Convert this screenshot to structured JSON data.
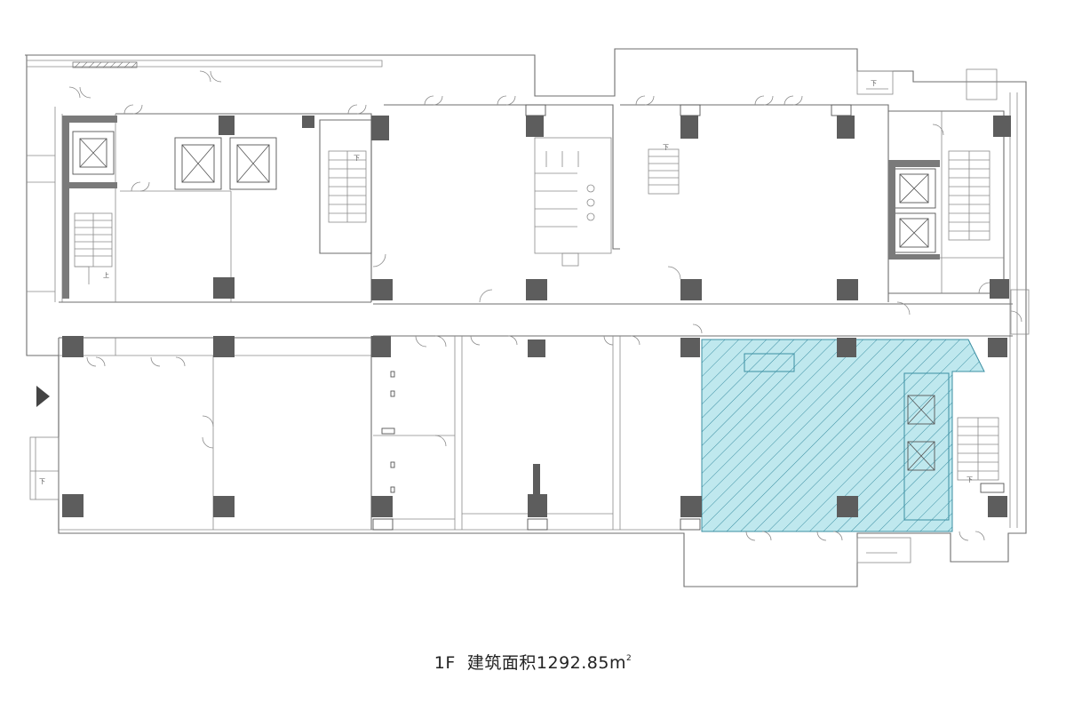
{
  "caption": {
    "floor": "1F",
    "label": "建筑面积",
    "area": "1292.85",
    "unit": "m",
    "unit_sup": "2"
  },
  "stair_marks": {
    "down": "下",
    "up": "上"
  },
  "colors": {
    "wall": "#6e6e6e",
    "column": "#5d5d5d",
    "highlight_fill": "#bfe8ee",
    "highlight_hatch": "#3b8fa3",
    "arrow": "#444444"
  }
}
